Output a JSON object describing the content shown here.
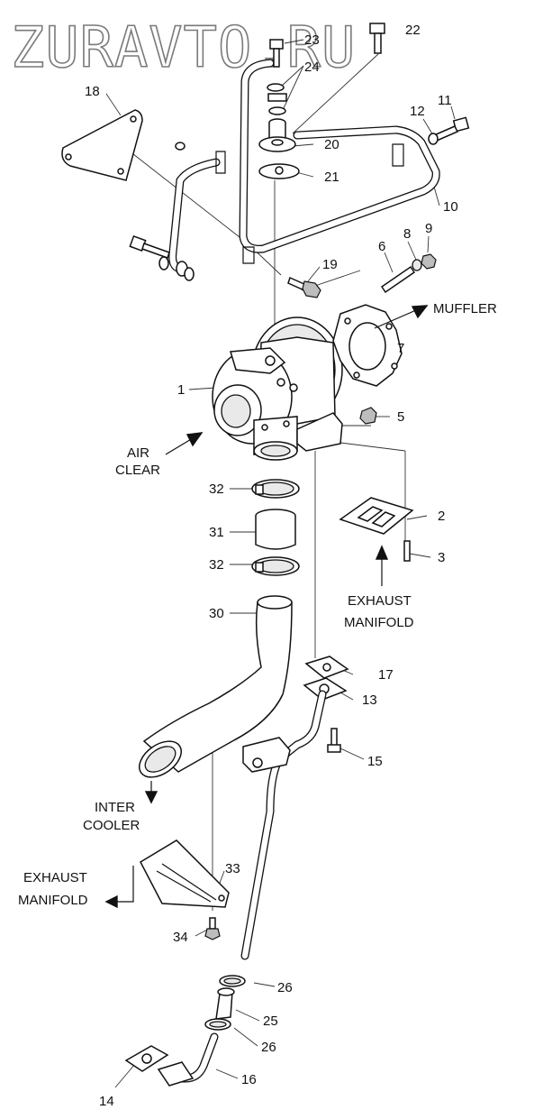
{
  "watermark": "ZURAVTO.RU",
  "callouts": [
    {
      "id": "c23",
      "text": "23"
    },
    {
      "id": "c22",
      "text": "22"
    },
    {
      "id": "c24",
      "text": "24"
    },
    {
      "id": "c18",
      "text": "18"
    },
    {
      "id": "c11",
      "text": "11"
    },
    {
      "id": "c12",
      "text": "12"
    },
    {
      "id": "c20",
      "text": "20"
    },
    {
      "id": "c21",
      "text": "21"
    },
    {
      "id": "c10",
      "text": "10"
    },
    {
      "id": "c9",
      "text": "9"
    },
    {
      "id": "c8",
      "text": "8"
    },
    {
      "id": "c6",
      "text": "6"
    },
    {
      "id": "c19",
      "text": "19"
    },
    {
      "id": "c7",
      "text": "7"
    },
    {
      "id": "c1",
      "text": "1"
    },
    {
      "id": "c5",
      "text": "5"
    },
    {
      "id": "c32a",
      "text": "32"
    },
    {
      "id": "c2",
      "text": "2"
    },
    {
      "id": "c31",
      "text": "31"
    },
    {
      "id": "c32b",
      "text": "32"
    },
    {
      "id": "c3",
      "text": "3"
    },
    {
      "id": "c30",
      "text": "30"
    },
    {
      "id": "c17",
      "text": "17"
    },
    {
      "id": "c13",
      "text": "13"
    },
    {
      "id": "c15",
      "text": "15"
    },
    {
      "id": "c33",
      "text": "33"
    },
    {
      "id": "c34",
      "text": "34"
    },
    {
      "id": "c26a",
      "text": "26"
    },
    {
      "id": "c25",
      "text": "25"
    },
    {
      "id": "c26b",
      "text": "26"
    },
    {
      "id": "c16",
      "text": "16"
    },
    {
      "id": "c14",
      "text": "14"
    }
  ],
  "captions": {
    "muffler": "MUFFLER",
    "air_clear_1": "AIR",
    "air_clear_2": "CLEAR",
    "exhaust_manifold_top_1": "EXHAUST",
    "exhaust_manifold_top_2": "MANIFOLD",
    "inter_cooler_1": "INTER",
    "inter_cooler_2": "COOLER",
    "exhaust_manifold_left_1": "EXHAUST",
    "exhaust_manifold_left_2": "MANIFOLD"
  }
}
